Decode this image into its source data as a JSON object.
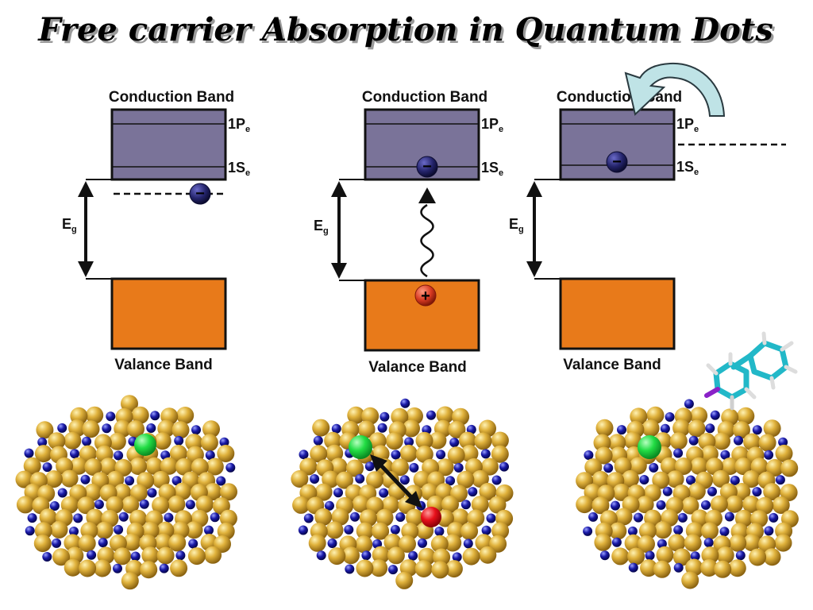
{
  "title": "Free carrier Absorption in Quantum Dots",
  "labels": {
    "conduction_band": "Conduction Band",
    "valance_band": "Valance Band",
    "level_1p_main": "1P",
    "level_1s_main": "1S",
    "level_sub": "e",
    "eg_main": "E",
    "eg_sub": "g",
    "electron_sign": "−",
    "hole_sign": "+"
  },
  "colors": {
    "conduction": "#7a7399",
    "valence": "#e87a1a",
    "electron": "#24246b",
    "hole": "#d83a22",
    "gold_atom": "#d9a933",
    "blue_atom": "#1a1aa8",
    "green_marker": "#22dd44",
    "red_marker": "#e8101a",
    "curved_arrow": "#bfe3e6"
  },
  "panels": [
    {
      "id": "left",
      "electron_state": "trap",
      "hole": false,
      "photon": false
    },
    {
      "id": "middle",
      "electron_state": "1S",
      "hole": true,
      "photon": true
    },
    {
      "id": "right",
      "electron_state": "1S",
      "hole": false,
      "photon": false,
      "curved_arrow": true,
      "dashed_level": true
    }
  ],
  "dots": [
    {
      "id": "dot-left",
      "markers": [
        "green"
      ],
      "ligand": false
    },
    {
      "id": "dot-middle",
      "markers": [
        "green",
        "red"
      ],
      "double_arrow": true,
      "ligand": false
    },
    {
      "id": "dot-right",
      "markers": [
        "green"
      ],
      "ligand": true
    }
  ]
}
